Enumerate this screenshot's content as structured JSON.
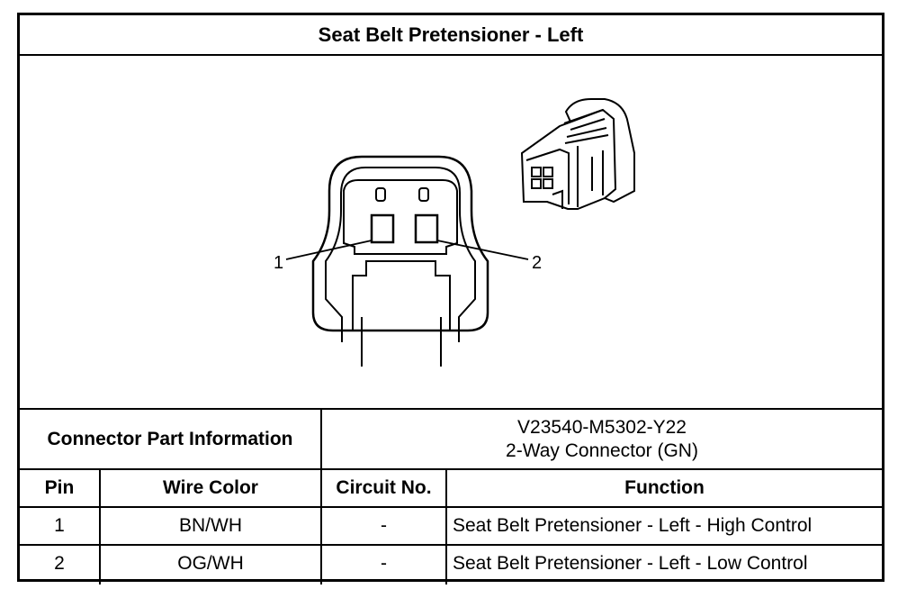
{
  "title": "Seat Belt Pretensioner - Left",
  "diagram": {
    "callouts": [
      "1",
      "2"
    ]
  },
  "part_info": {
    "label": "Connector Part Information",
    "part_number": "V23540-M5302-Y22",
    "description": "2-Way Connector (GN)"
  },
  "table": {
    "headers": [
      "Pin",
      "Wire Color",
      "Circuit No.",
      "Function"
    ],
    "rows": [
      [
        "1",
        "BN/WH",
        "-",
        "Seat Belt Pretensioner - Left - High Control"
      ],
      [
        "2",
        "OG/WH",
        "-",
        "Seat Belt Pretensioner - Left - Low Control"
      ]
    ]
  }
}
